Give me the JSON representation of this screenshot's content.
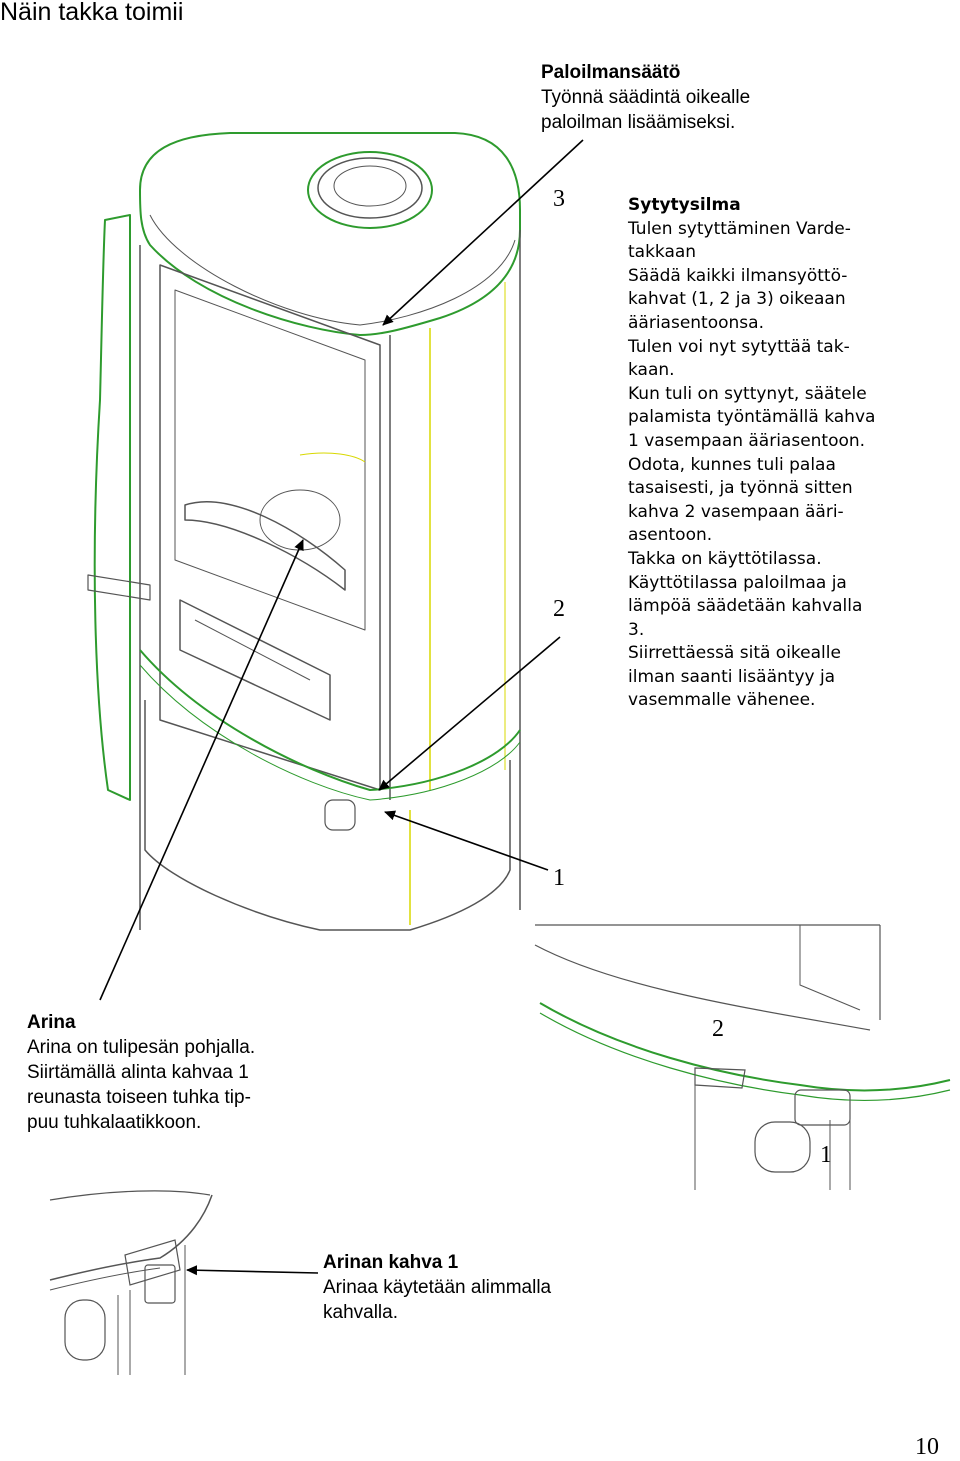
{
  "page": {
    "title": "Näin takka toimii",
    "page_number": "10"
  },
  "paloilmansaato": {
    "heading": "Paloilmansäätö",
    "lines": [
      "Työnnä säädintä oikealle",
      "paloilman lisäämiseksi."
    ]
  },
  "sytytysilma": {
    "heading": "Sytytysilma",
    "lines": [
      "Tulen sytyttäminen Varde-",
      "takkaan",
      "Säädä kaikki ilmansyöttö-",
      "kahvat (1, 2 ja 3) oikeaan",
      "ääriasentoonsa.",
      "Tulen voi nyt sytyttää tak-",
      "kaan.",
      "Kun tuli on syttynyt, säätele",
      "palamista työntämällä kahva",
      "1 vasempaan ääriasentoon.",
      "Odota, kunnes tuli palaa",
      "tasaisesti, ja työnnä sitten",
      "kahva 2 vasempaan ääri-",
      "asentoon.",
      "Takka on käyttötilassa.",
      "Käyttötilassa paloilmaa ja",
      "lämpöä säädetään kahvalla",
      "3.",
      "Siirrettäessä sitä oikealle",
      "ilman saanti lisääntyy ja",
      "vasemmalle vähenee."
    ]
  },
  "arina": {
    "heading": "Arina",
    "lines": [
      "Arina on tulipesän pohjalla.",
      "Siirtämällä alinta kahvaa 1",
      "reunasta toiseen tuhka tip-",
      "puu tuhkalaatikkoon."
    ]
  },
  "arinan_kahva": {
    "heading": "Arinan kahva 1",
    "lines": [
      "Arinaa käytetään alimmalla",
      "kahvalla."
    ]
  },
  "callouts": {
    "num3": "3",
    "num2_main": "2",
    "num1_main": "1",
    "num2_detail": "2",
    "num1_detail": "1"
  },
  "colors": {
    "outline_green": "#2e9b2e",
    "accent_yellow": "#d8d800",
    "drawing_gray": "#555555"
  }
}
